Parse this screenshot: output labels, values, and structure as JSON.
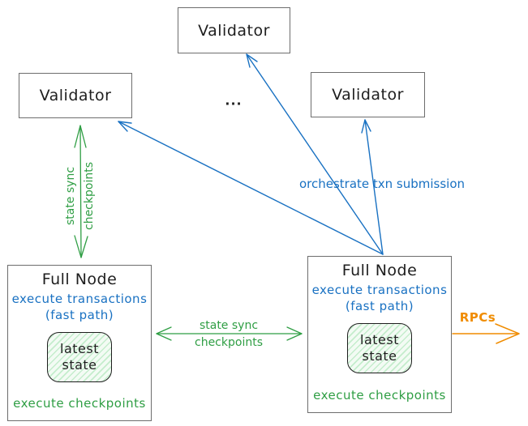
{
  "colors": {
    "blue": "#1971c2",
    "green": "#2f9e44",
    "orange": "#f08c00",
    "box_border": "#6d6d6d",
    "text": "#1e1e1e",
    "state_fill": "#f3fbf4",
    "state_hatch": "#c4edcc"
  },
  "nodes": {
    "validator_top": {
      "label": "Validator"
    },
    "validator_left": {
      "label": "Validator"
    },
    "validator_right": {
      "label": "Validator"
    },
    "ellipsis": {
      "label": "..."
    },
    "full_node": {
      "title": "Full Node",
      "exec_line1": "execute transactions",
      "exec_line2": "(fast path)",
      "state_line1": "latest",
      "state_line2": "state",
      "footer": "execute checkpoints"
    }
  },
  "edges": {
    "state_sync_left": {
      "line1": "state sync",
      "line2": "checkpoints"
    },
    "state_sync_mid": {
      "line1": "state sync",
      "line2": "checkpoints"
    },
    "orchestrate": {
      "label": "orchestrate txn submission"
    },
    "rpcs": {
      "label": "RPCs"
    }
  }
}
